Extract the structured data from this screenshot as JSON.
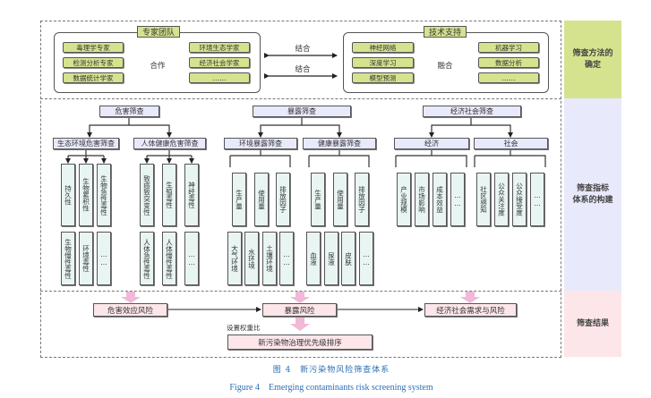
{
  "side_labels": {
    "method": "筛查方法的\n确定",
    "indicator": "筛查指标\n体系的构建",
    "result": "筛查结果"
  },
  "method": {
    "expert_team": {
      "title": "专家团队",
      "left": [
        "毒理学专家",
        "检测分析专家",
        "数据统计学家"
      ],
      "right": [
        "环境生态学家",
        "经济社会学家",
        "……"
      ],
      "relation": "合作"
    },
    "combine_labels": [
      "结合",
      "结合"
    ],
    "tech_support": {
      "title": "技术支持",
      "left": [
        "神经网络",
        "深度学习",
        "模型预测"
      ],
      "right": [
        "机器学习",
        "数据分析",
        "……"
      ],
      "relation": "融合"
    }
  },
  "indicator": {
    "hazard": {
      "title": "危害筛查",
      "groups": [
        {
          "title": "生态环境危害筛查",
          "top": [
            "持久性",
            "生物累积性",
            "生物急性毒性"
          ],
          "bottom": [
            "生物慢性毒性",
            "环境毒性",
            "……"
          ]
        },
        {
          "title": "人体健康危害筛查",
          "top": [
            "致癌致突变性",
            "生殖毒性",
            "神经毒性"
          ],
          "bottom": [
            "人体急性毒性",
            "人体慢性毒性",
            "……"
          ]
        }
      ]
    },
    "exposure": {
      "title": "暴露筛查",
      "groups": [
        {
          "title": "环境暴露筛查",
          "top": [
            "生产量",
            "使用量",
            "排放因子"
          ],
          "bottom": [
            "大气环境",
            "水环境",
            "土壤环境",
            "……"
          ]
        },
        {
          "title": "健康暴露筛查",
          "top": [
            "生产量",
            "使用量",
            "排放因子"
          ],
          "bottom": [
            "血液",
            "尿液",
            "皮肤",
            "……"
          ]
        }
      ]
    },
    "socioeconomic": {
      "title": "经济社会筛查",
      "groups": [
        {
          "title": "经济",
          "top": [
            "产业规模",
            "市场影响",
            "成本效益",
            "……"
          ]
        },
        {
          "title": "社会",
          "top": [
            "社区感知",
            "公众关注度",
            "公众接受度",
            "……"
          ]
        }
      ]
    }
  },
  "result": {
    "hazard_risk": "危害效应风险",
    "exposure_risk": "暴露风险",
    "socio_risk": "经济社会需求与风险",
    "weight_label": "设置权重比",
    "priority": "新污染物治理优先级排序"
  },
  "caption": {
    "cn": "图 4　新污染物风险筛查体系",
    "en": "Figure 4　Emerging contaminants risk screening system"
  },
  "colors": {
    "method_green": "#d5e38f",
    "indicator_blue": "#e8e9fb",
    "column_teal": "#e9f5f3",
    "result_pink": "#fde6ea",
    "arrow_pink": "#f2b8d8",
    "caption_blue": "#2a6fb5"
  }
}
